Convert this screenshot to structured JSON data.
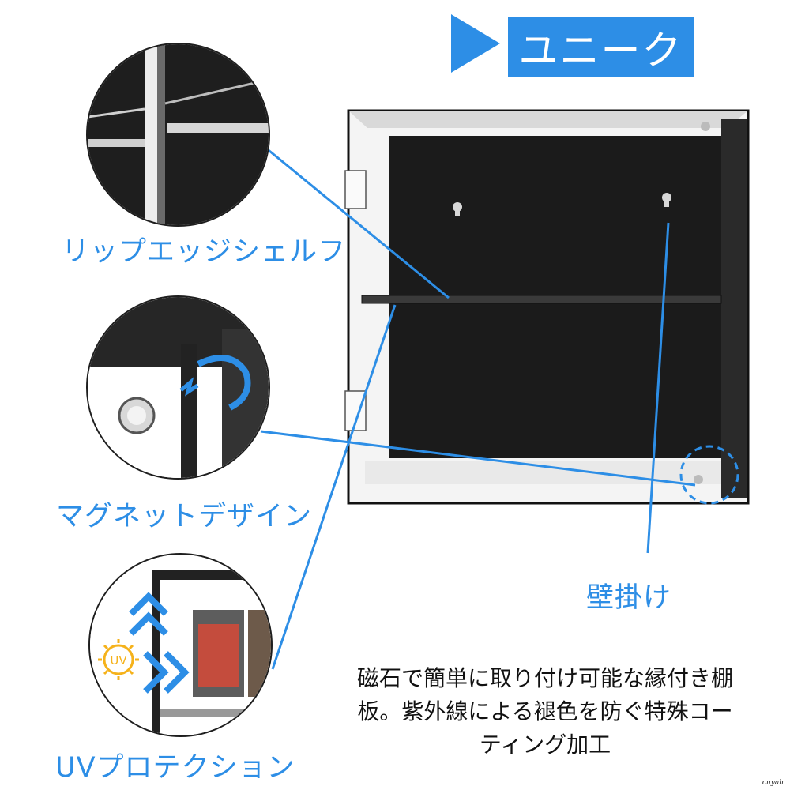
{
  "header": {
    "title": "ユニーク"
  },
  "callouts": {
    "shelf": "リップエッジシェルフ",
    "magnet": "マグネットデザイン",
    "uv": "UVプロテクション",
    "wall": "壁掛け"
  },
  "uv_badge": "UV",
  "description": {
    "line1": "磁石で簡単に取り付け可能な縁付き棚",
    "line2": "板。紫外線による褪色を防ぐ特殊コー",
    "line3": "ティング加工"
  },
  "watermark": "cuyah",
  "colors": {
    "accent": "#2d8ee6",
    "case_black": "#1b1b1b"
  }
}
